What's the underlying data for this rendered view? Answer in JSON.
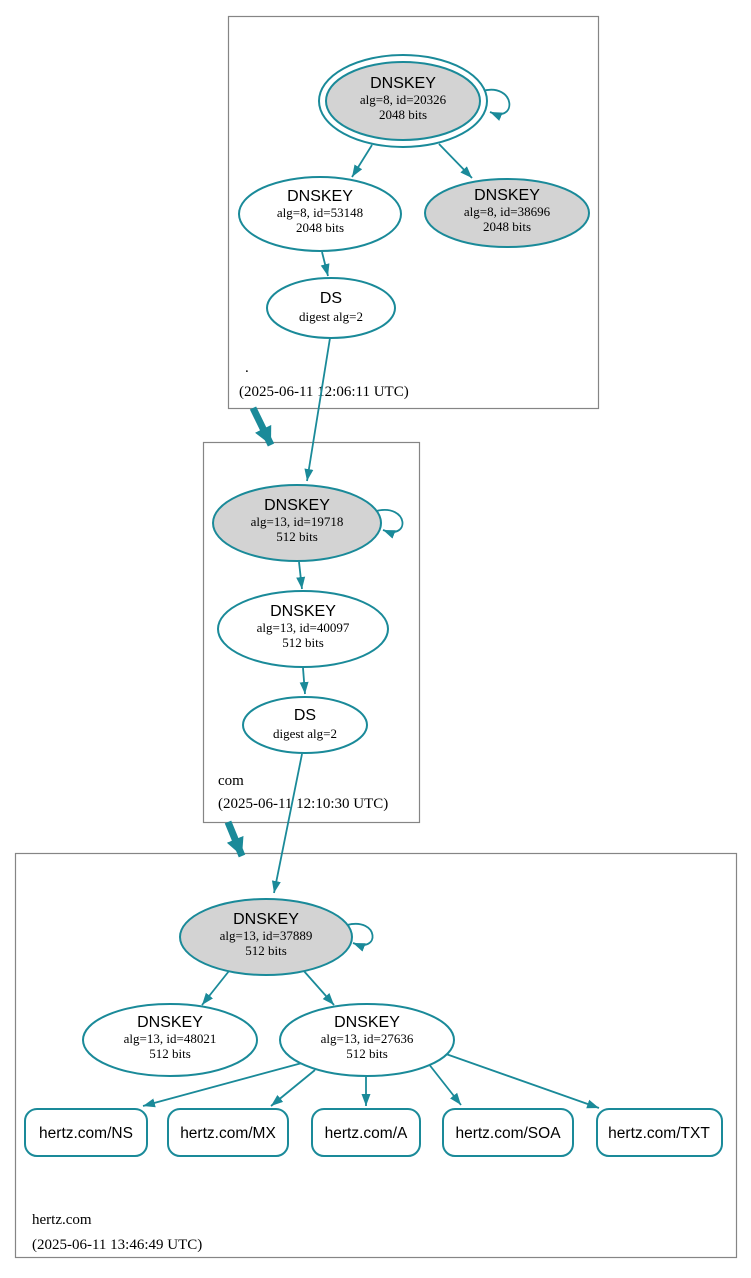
{
  "diagram": {
    "kind": "DNSSEC authentication chain graph",
    "colors": {
      "edge_secure": "#1a8a99",
      "ksk_fill": "#d3d3d3",
      "node_fill": "#ffffff",
      "cluster_border": "#858585",
      "text": "#000000"
    }
  },
  "zones": {
    "root": {
      "label": ".",
      "timestamp": "(2025-06-11 12:06:11 UTC)",
      "dnskey_ksk": {
        "title": "DNSKEY",
        "detail1": "alg=8, id=20326",
        "detail2": "2048 bits"
      },
      "dnskey_zsk": {
        "title": "DNSKEY",
        "detail1": "alg=8, id=53148",
        "detail2": "2048 bits"
      },
      "dnskey_other": {
        "title": "DNSKEY",
        "detail1": "alg=8, id=38696",
        "detail2": "2048 bits"
      },
      "ds": {
        "title": "DS",
        "detail1": "digest alg=2"
      }
    },
    "com": {
      "label": "com",
      "timestamp": "(2025-06-11 12:10:30 UTC)",
      "dnskey_ksk": {
        "title": "DNSKEY",
        "detail1": "alg=13, id=19718",
        "detail2": "512 bits"
      },
      "dnskey_zsk": {
        "title": "DNSKEY",
        "detail1": "alg=13, id=40097",
        "detail2": "512 bits"
      },
      "ds": {
        "title": "DS",
        "detail1": "digest alg=2"
      }
    },
    "hertz_com": {
      "label": "hertz.com",
      "timestamp": "(2025-06-11 13:46:49 UTC)",
      "dnskey_ksk": {
        "title": "DNSKEY",
        "detail1": "alg=13, id=37889",
        "detail2": "512 bits"
      },
      "dnskey_1": {
        "title": "DNSKEY",
        "detail1": "alg=13, id=48021",
        "detail2": "512 bits"
      },
      "dnskey_2": {
        "title": "DNSKEY",
        "detail1": "alg=13, id=27636",
        "detail2": "512 bits"
      },
      "rrsets": {
        "ns": "hertz.com/NS",
        "mx": "hertz.com/MX",
        "a": "hertz.com/A",
        "soa": "hertz.com/SOA",
        "txt": "hertz.com/TXT"
      }
    }
  }
}
